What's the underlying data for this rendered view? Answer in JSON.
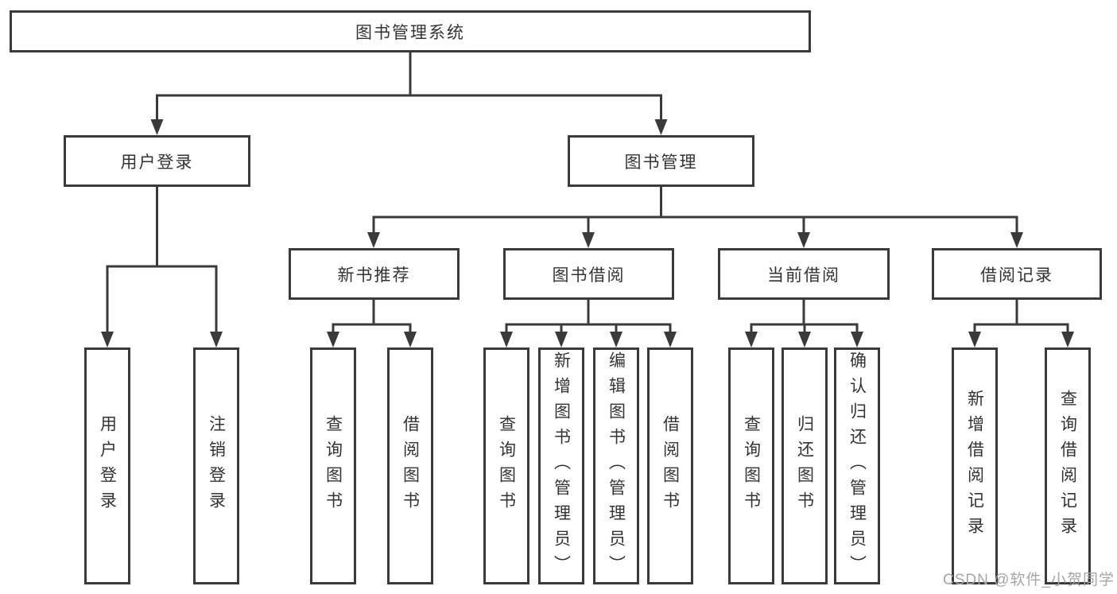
{
  "diagram": {
    "root": {
      "label": "图书管理系统"
    },
    "level2": {
      "user_login": {
        "label": "用户登录"
      },
      "book_mgmt": {
        "label": "图书管理"
      }
    },
    "level3": {
      "new_books": {
        "label": "新书推荐"
      },
      "borrow": {
        "label": "图书借阅"
      },
      "current": {
        "label": "当前借阅"
      },
      "records": {
        "label": "借阅记录"
      }
    },
    "leaves": {
      "user_login": [
        "用户登录",
        "注销登录"
      ],
      "new_books": [
        "查询图书",
        "借阅图书"
      ],
      "borrow": [
        "查询图书",
        "新增图书（管理员）",
        "编辑图书（管理员）",
        "借阅图书"
      ],
      "current": [
        "查询图书",
        "归还图书",
        "确认归还（管理员）"
      ],
      "records": [
        "新增借阅记录",
        "查询借阅记录"
      ]
    },
    "colors": {
      "line": "#3a3a3a",
      "text": "#333333",
      "box_fill": "#ffffff",
      "background": "#ffffff",
      "watermark": "#a6a6a6"
    }
  },
  "watermark": {
    "text": "CSDN @软件_小贺同学"
  }
}
